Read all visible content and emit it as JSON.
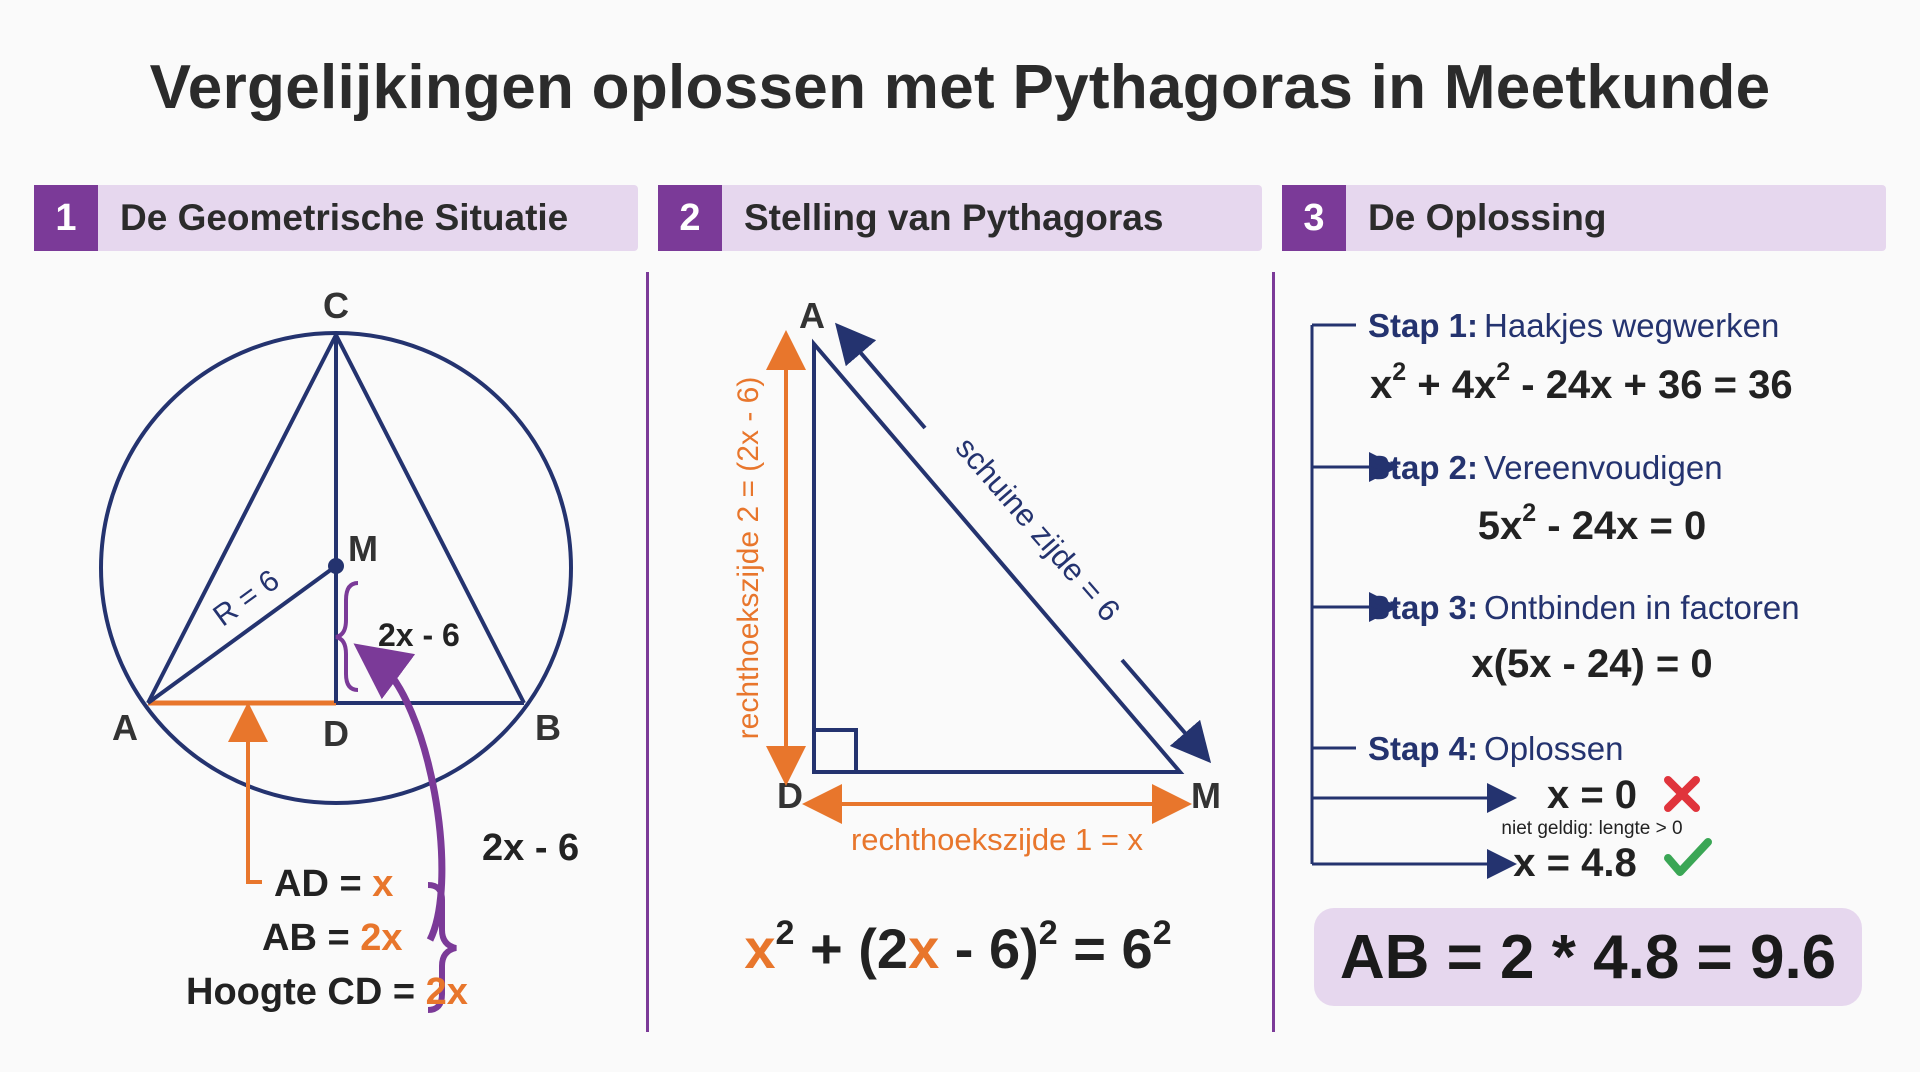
{
  "title": "Vergelijkingen oplossen met Pythagoras in Meetkunde",
  "colors": {
    "accent": "#7b3a98",
    "navy": "#24336f",
    "orange": "#e8762c",
    "header_bg": "#e6d7ee",
    "green": "#3aa655",
    "red": "#e0343c"
  },
  "panels": [
    {
      "number": "1",
      "title": "De Geometrische Situatie"
    },
    {
      "number": "2",
      "title": "Stelling van Pythagoras"
    },
    {
      "number": "3",
      "title": "De Oplossing"
    }
  ],
  "panel1": {
    "points": {
      "A": "A",
      "B": "B",
      "C": "C",
      "D": "D",
      "M": "M"
    },
    "radius_label": "R = 6",
    "md_label": "2x - 6",
    "brace_label": "2x - 6",
    "legend": {
      "ad_prefix": "AD = ",
      "ad_value": "x",
      "ab_prefix": "AB = ",
      "ab_value": "2x",
      "cd_prefix": "Hoogte CD = ",
      "cd_value": "2x"
    }
  },
  "panel2": {
    "points": {
      "A": "A",
      "D": "D",
      "M": "M"
    },
    "hypotenuse_label": "schuine zijde = 6",
    "leg1_label": "rechthoekszijde 1 = x",
    "leg2_label": "rechthoekszijde 2 = (2x - 6)",
    "equation": {
      "x": "x",
      "exp1": "2",
      "plus_paren": " + (2",
      "x2": "x",
      "minus6": " - 6)",
      "exp2": "2",
      "equals6": " = 6",
      "exp3": "2"
    }
  },
  "panel3": {
    "steps": [
      {
        "label": "Stap 1:",
        "desc": "Haakjes wegwerken"
      },
      {
        "label": "Stap 2:",
        "desc": "Vereenvoudigen"
      },
      {
        "label": "Stap 3:",
        "desc": "Ontbinden in factoren"
      },
      {
        "label": "Stap 4:",
        "desc": "Oplossen"
      }
    ],
    "eq1": {
      "a": "x",
      "a_exp": "2",
      "b": " + 4x",
      "b_exp": "2",
      "rest": " - 24x + 36 = 36"
    },
    "eq2": {
      "a": "5x",
      "a_exp": "2",
      "rest": " - 24x = 0"
    },
    "eq3": "x(5x - 24) = 0",
    "sol1": "x = 0",
    "sol1_note": "niet geldig: lengte > 0",
    "sol2": "x = 4.8",
    "result": "AB = 2 * 4.8 = 9.6"
  }
}
